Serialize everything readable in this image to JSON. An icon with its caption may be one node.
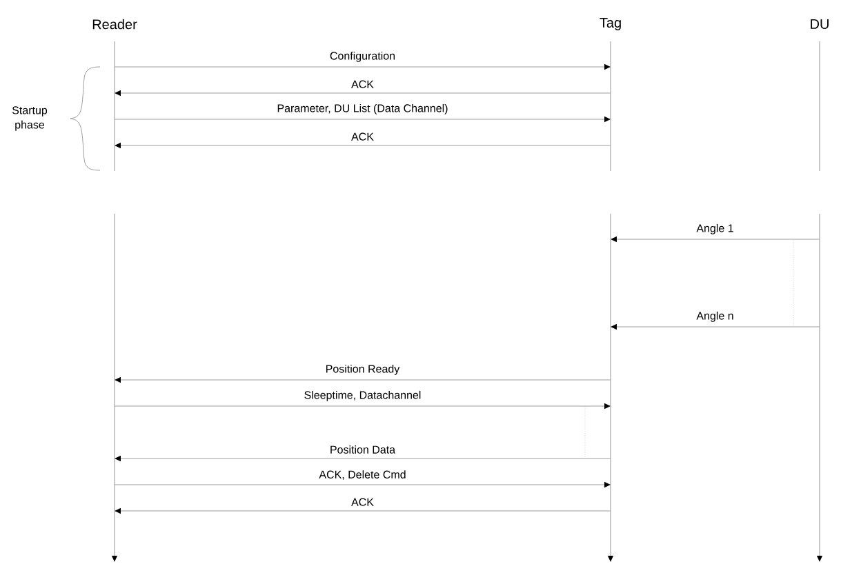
{
  "diagram": {
    "nodes": [
      {
        "text": [
          "Reader"
        ]
      },
      {
        "text": [
          "Tag"
        ]
      },
      {
        "text": [
          "DU"
        ]
      }
    ],
    "edges": [
      {
        "from": 0,
        "to": 1,
        "arrow": "to",
        "label": "Configuration"
      },
      {
        "from": 1,
        "to": 0,
        "arrow": "to",
        "label": "ACK"
      },
      {
        "from": 0,
        "to": 1,
        "arrow": "to",
        "label": "Parameter, DU List (Data Channel)"
      },
      {
        "from": 1,
        "to": 0,
        "arrow": "to",
        "label": "ACK"
      },
      {
        "from": 2,
        "to": 1,
        "arrow": "to",
        "label": "Angle 1"
      },
      {
        "from": 2,
        "to": 1,
        "arrow": "to",
        "label": "Angle n"
      },
      {
        "from": 1,
        "to": 0,
        "arrow": "to",
        "label": "Position Ready"
      },
      {
        "from": 0,
        "to": 1,
        "arrow": "to",
        "label": "Sleeptime, Datachannel"
      },
      {
        "from": 1,
        "to": 0,
        "arrow": "to",
        "label": "Position Data"
      },
      {
        "from": 0,
        "to": 1,
        "arrow": "to",
        "label": "ACK, Delete Cmd"
      },
      {
        "from": 1,
        "to": 0,
        "arrow": "to",
        "label": "ACK"
      }
    ],
    "labels": [
      "Startup phase"
    ]
  }
}
